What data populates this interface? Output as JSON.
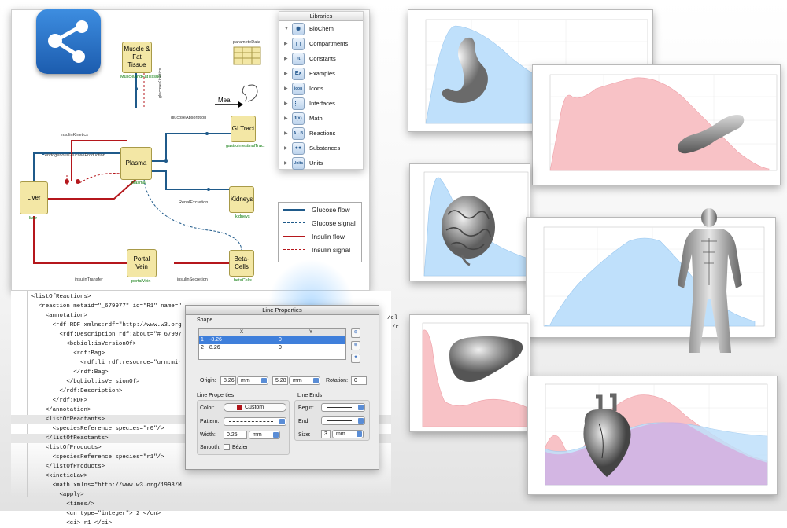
{
  "diagram": {
    "nodes": {
      "muscle": "Muscle & Fat Tissue",
      "plasma": "Plasma",
      "gi": "GI Tract",
      "liver": "Liver",
      "kidneys": "Kidneys",
      "portal": "Portal Vein",
      "beta": "Beta-Cells"
    },
    "node_ids": {
      "muscle": "MuscleAndFatTissue",
      "plasma": "plasma",
      "gi": "gastrointestinalTract",
      "liver": "liver",
      "kidneys": "kidneys",
      "portal": "portalVein",
      "beta": "betaCells"
    },
    "edges": {
      "glucoseKinetics": "glucoseKinetics",
      "glucoseAbsorption": "glucoseAbsorption",
      "insulinKinetics": "insulinKinetics",
      "endogenous": "endogenousGlucoseProduction",
      "renal": "RenalExcretion",
      "insulinTransfer": "insulinTransfer",
      "insulinSecretion": "insulinSecretion"
    },
    "parameter_label": "parameteData",
    "meal_label": "Meal"
  },
  "legend": {
    "items": [
      {
        "label": "Glucose flow",
        "color": "#1f5a8a",
        "style": "solid"
      },
      {
        "label": "Glucose signal",
        "color": "#1f5a8a",
        "style": "dashed"
      },
      {
        "label": "Insulin flow",
        "color": "#b5171c",
        "style": "solid"
      },
      {
        "label": "Insulin signal",
        "color": "#b5171c",
        "style": "dashed"
      }
    ]
  },
  "libraries": {
    "title": "Libraries",
    "items": [
      {
        "label": "BioChem",
        "icon": "biochem-icon"
      },
      {
        "label": "Compartments",
        "icon": "compartments-icon"
      },
      {
        "label": "Constants",
        "icon": "pi-icon"
      },
      {
        "label": "Examples",
        "icon": "examples-icon"
      },
      {
        "label": "Icons",
        "icon": "icons-icon"
      },
      {
        "label": "Interfaces",
        "icon": "interfaces-icon"
      },
      {
        "label": "Math",
        "icon": "math-icon"
      },
      {
        "label": "Reactions",
        "icon": "reactions-icon"
      },
      {
        "label": "Substances",
        "icon": "substances-icon"
      },
      {
        "label": "Units",
        "icon": "units-icon"
      }
    ]
  },
  "xml": {
    "lines": [
      "<listOfReactions>",
      "  <reaction metaid=\"_679977\" id=\"R1\" name=\"",
      "    <annotation>",
      "      <rdf:RDF xmlns:rdf=\"http://www.w3.org",
      "        <rdf:Description rdf:about=\"#_67997",
      "          <bqbiol:isVersionOf>",
      "            <rdf:Bag>",
      "              <rdf:li rdf:resource=\"urn:mir",
      "            </rdf:Bag>",
      "          </bqbiol:isVersionOf>",
      "        </rdf:Description>",
      "      </rdf:RDF>",
      "    </annotation>",
      "    <listOfReactants>",
      "      <speciesReference species=\"r0\"/>",
      "    </listOfReactants>",
      "    <listOfProducts>",
      "      <speciesReference species=\"r1\"/>",
      "    </listOfProducts>",
      "    <kineticLaw>",
      "      <math xmlns=\"http://www.w3.org/1998/M",
      "        <apply>",
      "          <times/>",
      "          <cn type=\"integer\"> 2 </cn>",
      "          <ci> r1 </ci>"
    ],
    "right_fragment_1": "/el",
    "right_fragment_2": "/r"
  },
  "dialog": {
    "title": "Line Properties",
    "shape_label": "Shape",
    "col_x": "X",
    "col_y": "Y",
    "rows": [
      {
        "n": "1",
        "x": "-8.26",
        "y": "0"
      },
      {
        "n": "2",
        "x": "8.26",
        "y": "0"
      }
    ],
    "origin_label": "Origin:",
    "origin_x": "8.26",
    "origin_y": "5.28",
    "unit": "mm",
    "rotation_label": "Rotation:",
    "rotation": "0",
    "line_props_label": "Line Properties",
    "color_label": "Color:",
    "color_value": "Custom",
    "pattern_label": "Pattern:",
    "width_label": "Width:",
    "width_value": "0.25",
    "width_unit": "mm",
    "smooth_label": "Smooth:",
    "bezier_label": "Bézier",
    "line_ends_label": "Line Ends",
    "begin_label": "Begin:",
    "end_label": "End:",
    "size_label": "Size:",
    "size_value": "3",
    "size_unit": "mm",
    "custom_color": "#b0141a"
  },
  "charts": {
    "fill_blue": "#bfe0fb",
    "fill_pink": "#f8c2c6",
    "fill_purple": "#d7a9dd"
  }
}
